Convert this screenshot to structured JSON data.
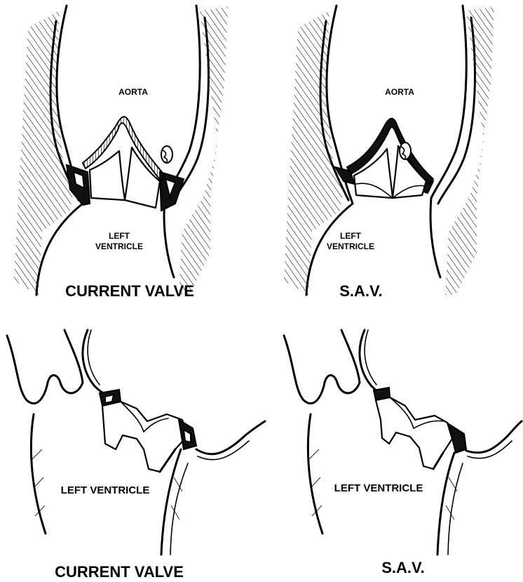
{
  "panels": {
    "top_left": {
      "aorta": "AORTA",
      "ventricle_line1": "LEFT",
      "ventricle_line2": "VENTRICLE",
      "caption": "CURRENT VALVE"
    },
    "top_right": {
      "aorta": "AORTA",
      "ventricle_line1": "LEFT",
      "ventricle_line2": "VENTRICLE",
      "caption": "S.A.V."
    },
    "bottom_left": {
      "ventricle": "LEFT VENTRICLE",
      "caption": "CURRENT VALVE"
    },
    "bottom_right": {
      "ventricle": "LEFT VENTRICLE",
      "caption": "S.A.V."
    }
  },
  "colors": {
    "ink": "#000000",
    "background": "#ffffff"
  }
}
